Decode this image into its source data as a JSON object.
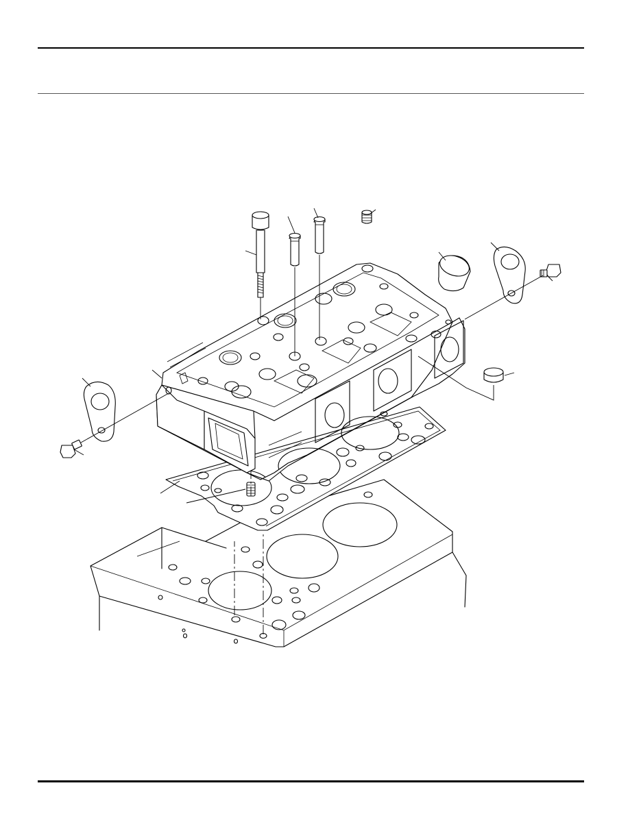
{
  "page": {
    "header_text": "",
    "footer_text": ""
  },
  "diagram": {
    "type": "exploded-assembly",
    "subject": "cylinder-head",
    "parts": [
      "head-bolt",
      "valve-guide",
      "valve-guide",
      "plug",
      "expansion-plug",
      "lifting-eye",
      "lifting-eye-bolt",
      "lifting-eye",
      "lifting-eye-bolt",
      "cylinder-head",
      "sealing-cap",
      "head-gasket",
      "stud",
      "cylinder-block"
    ],
    "callout_labels": []
  }
}
